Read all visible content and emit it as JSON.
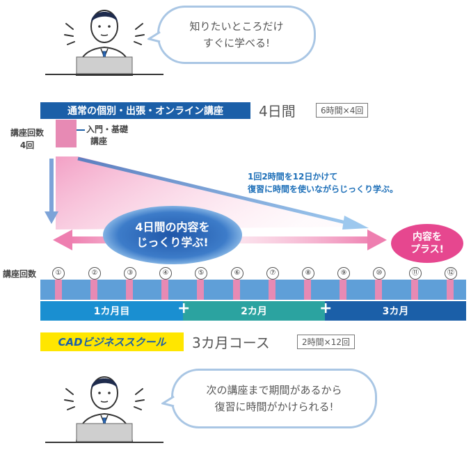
{
  "top_bubble": {
    "line1": "知りたいところだけ",
    "line2": "すぐに学べる!"
  },
  "course4": {
    "title": "通常の個別・出張・オンライン講座",
    "days": "4日間",
    "detail": "6時間×4回"
  },
  "lesson_count": {
    "label": "講座回数",
    "value": "4回"
  },
  "basic_label": {
    "line1": "入門・基礎",
    "line2": "講座"
  },
  "note": {
    "line1": "1回2時間を12日かけて",
    "line2": "復習に時間を使いながらじっくり学ぶ。"
  },
  "ellipse": {
    "line1": "4日間の内容を",
    "line2": "じっくり学ぶ!"
  },
  "plus_badge": {
    "line1": "内容を",
    "line2": "プラス!"
  },
  "timeline": {
    "label": "講座回数",
    "numbers": [
      "①",
      "②",
      "③",
      "④",
      "⑤",
      "⑥",
      "⑦",
      "⑧",
      "⑨",
      "⑩",
      "⑪",
      "⑫"
    ],
    "months": [
      "1カ月目",
      "2カ月",
      "3カ月"
    ],
    "plus": "+"
  },
  "course12": {
    "logo": "CADビジネススクール",
    "title": "3カ月コース",
    "detail": "2時間×12回"
  },
  "bottom_bubble": {
    "line1": "次の講座まで期間があるから",
    "line2": "復習に時間がかけられる!"
  },
  "colors": {
    "navy": "#1b5fa8",
    "light_blue": "#5f9fd8",
    "teal": "#2ba3a0",
    "pink": "#e6478f",
    "yellow": "#ffe600"
  },
  "icons": [
    "person-at-laptop-icon",
    "surprise-lines-icon",
    "arrow-icon"
  ]
}
